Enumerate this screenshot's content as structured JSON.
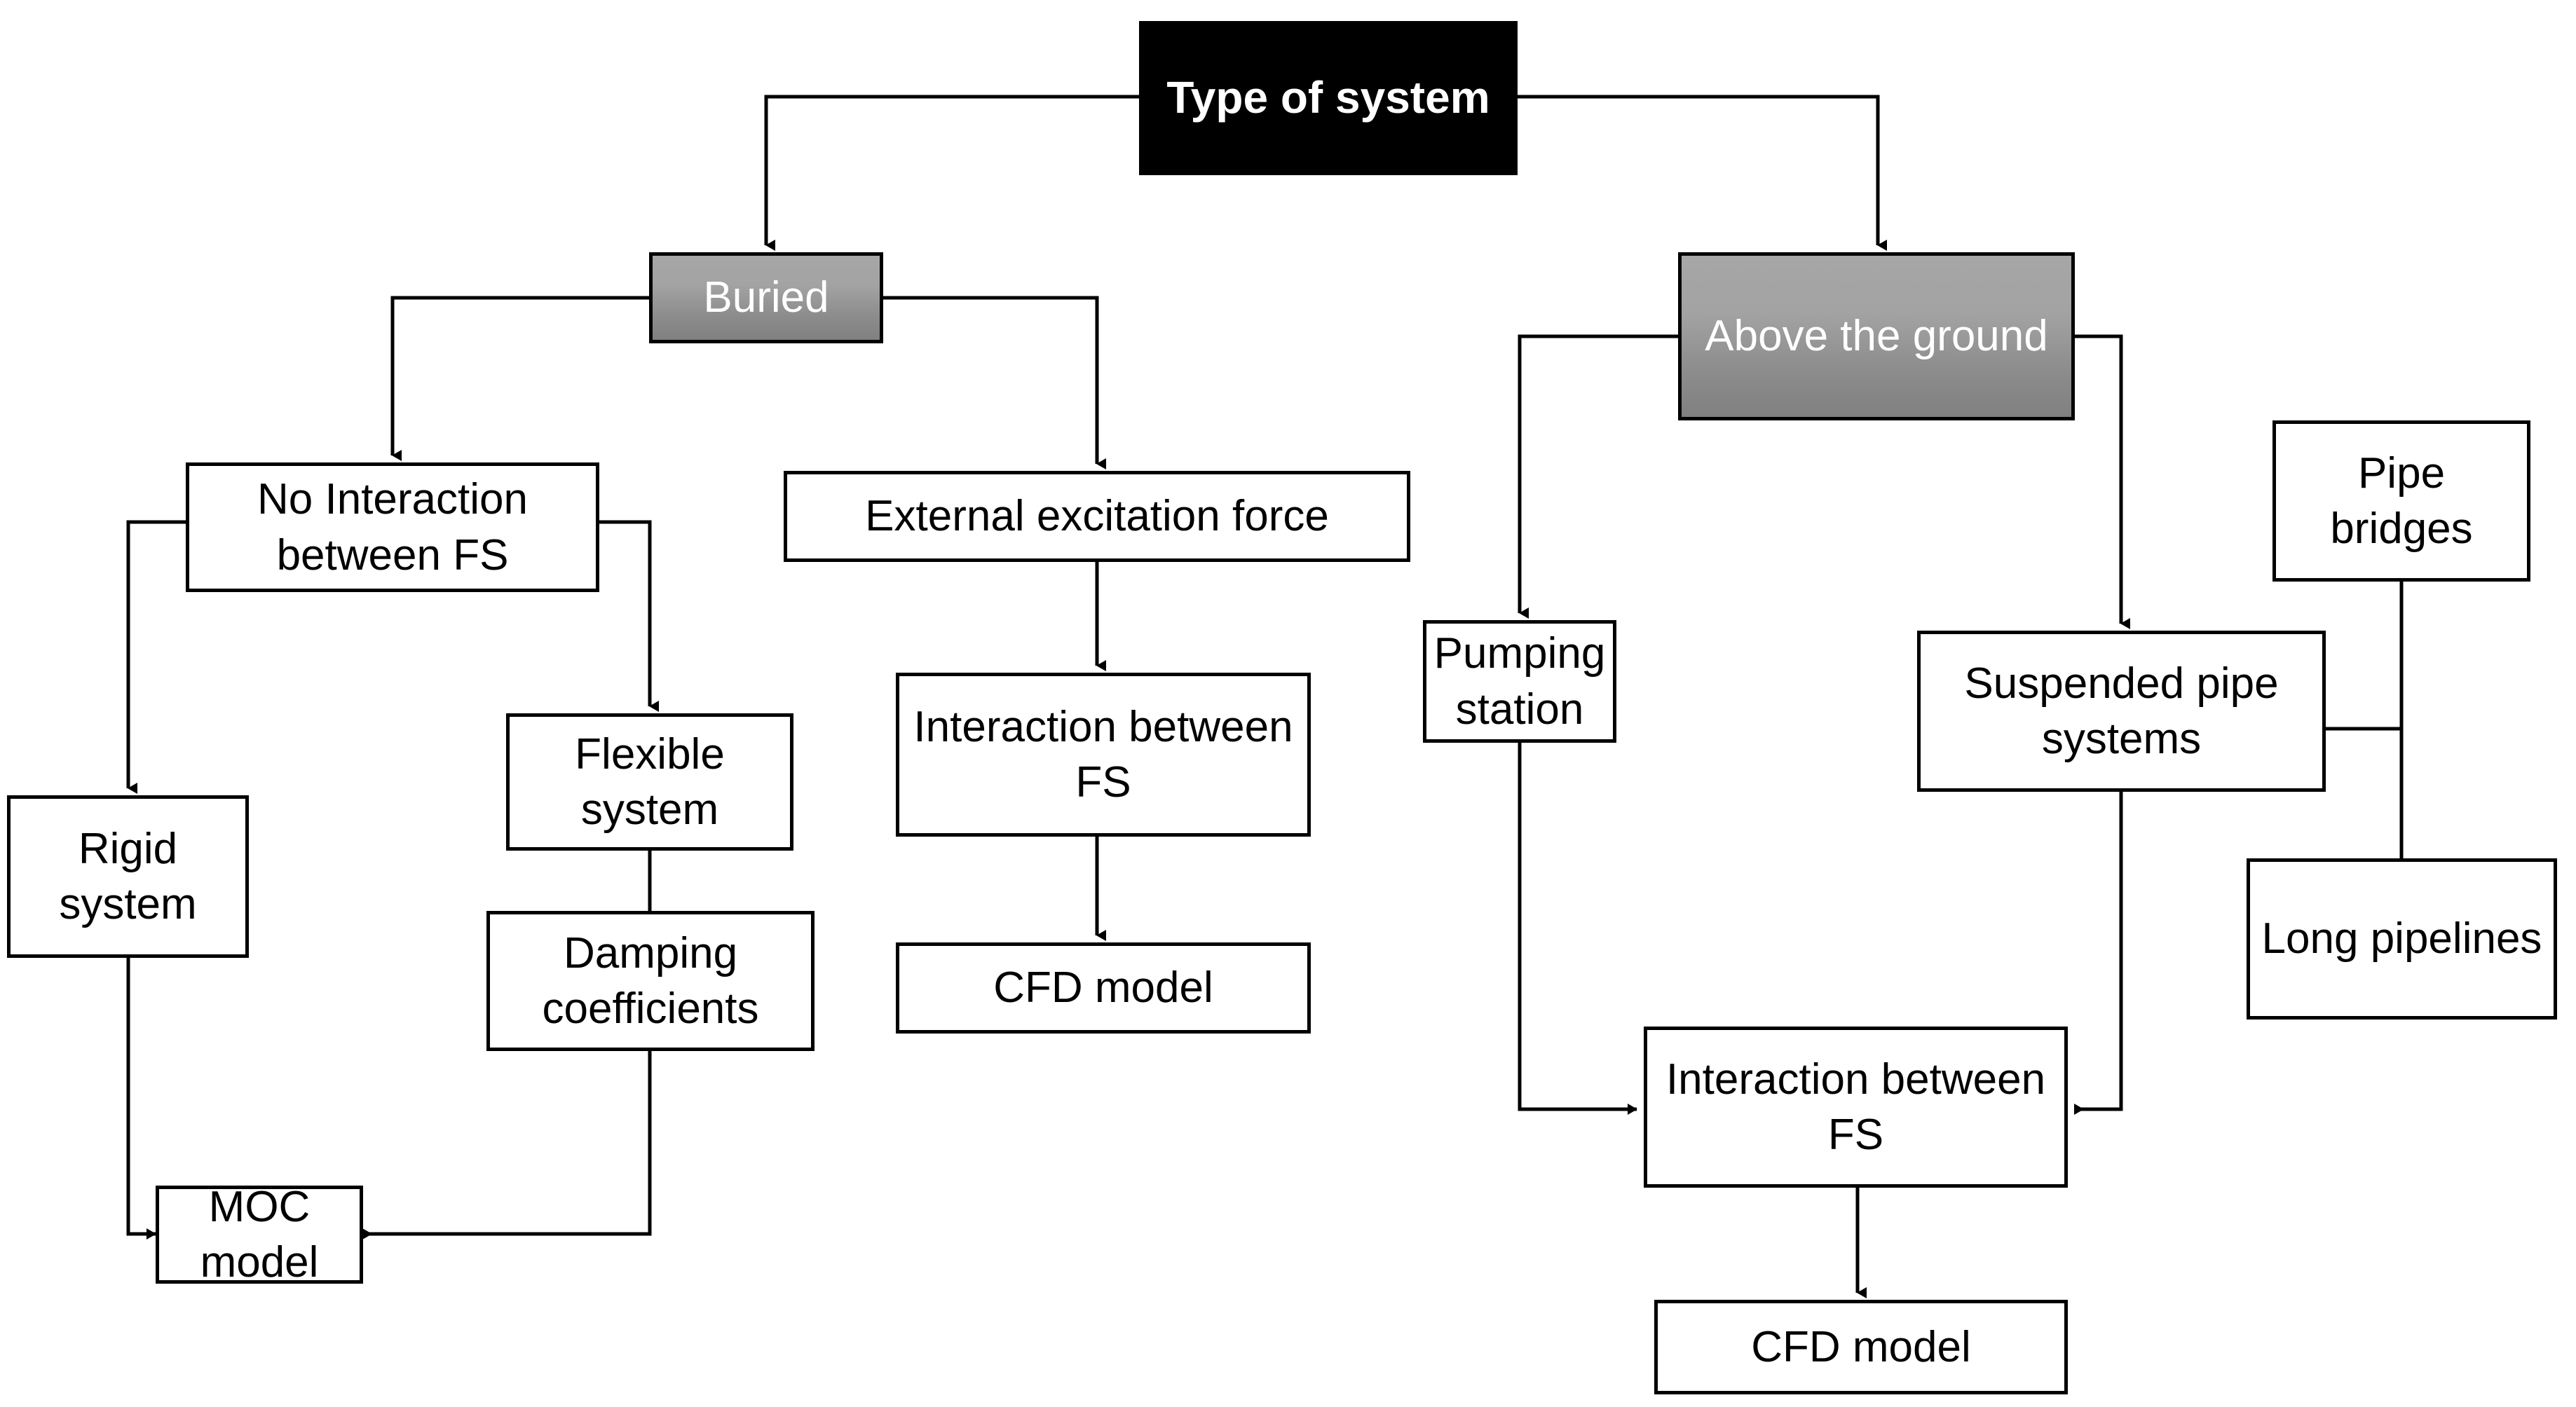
{
  "diagram": {
    "title": "Type of system",
    "colors": {
      "root_fill": "#000000",
      "root_text": "#ffffff",
      "gray_fill_top": "#a6a6a6",
      "gray_fill_bottom": "#808080",
      "node_border": "#000000",
      "node_fill": "#ffffff",
      "node_text": "#000000",
      "connector": "#000000"
    },
    "nodes": {
      "root": "Type of system",
      "buried": "Buried",
      "above_ground": "Above the ground",
      "no_interaction": "No Interaction between FS",
      "external_force": "External excitation force",
      "rigid_system": "Rigid system",
      "flexible_system": "Flexible system",
      "damping_coefficients": "Damping coefficients",
      "moc_model": "MOC model",
      "interaction_mid": "Interaction between FS",
      "cfd_model_mid": "CFD model",
      "pumping_station": "Pumping station",
      "suspended_pipe_systems": "Suspended pipe systems",
      "pipe_bridges": "Pipe bridges",
      "long_pipelines": "Long pipelines",
      "interaction_right": "Interaction between FS",
      "cfd_model_right": "CFD model"
    }
  }
}
